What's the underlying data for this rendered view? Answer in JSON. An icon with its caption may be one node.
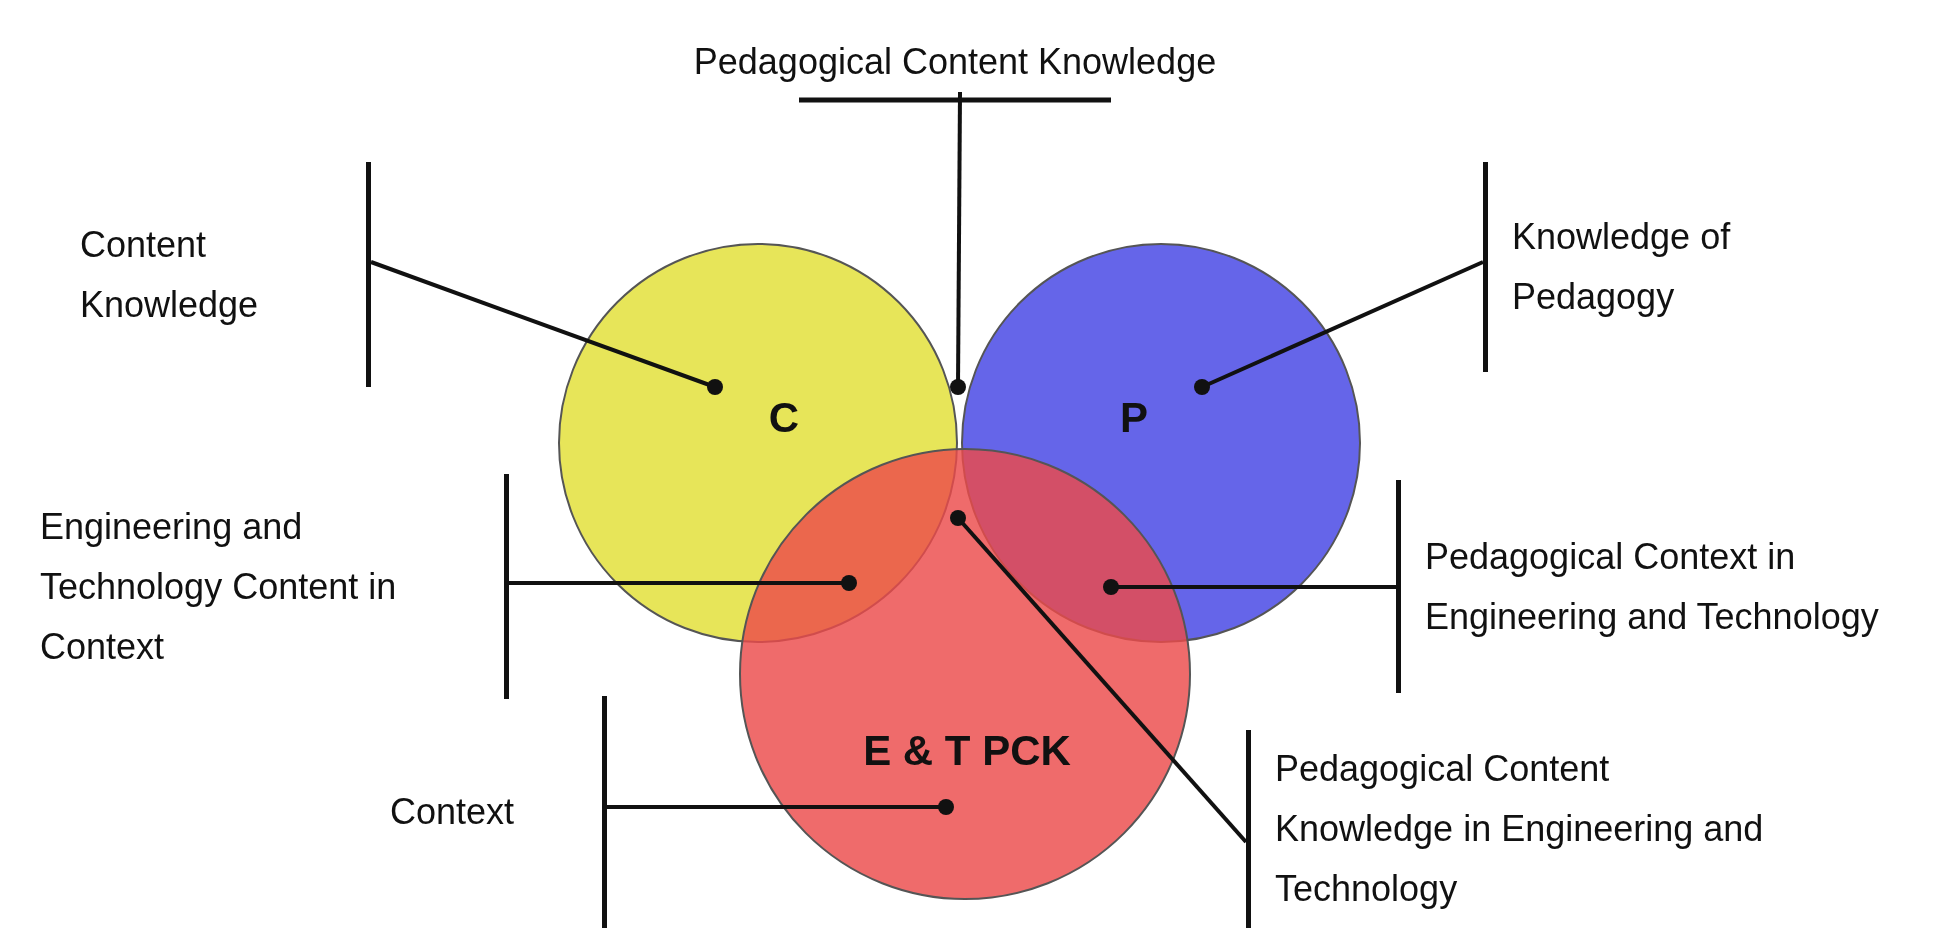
{
  "diagram": {
    "nodes": [
      {
        "text": [
          "Pedagogical Content Knowledge"
        ]
      },
      {
        "text": [
          "Content Knowledge"
        ]
      },
      {
        "text": [
          "Knowledge of Pedagogy"
        ]
      },
      {
        "text": [
          "C"
        ]
      },
      {
        "text": [
          "P"
        ]
      },
      {
        "text": [
          "Engineering and Technology Content in Context"
        ]
      },
      {
        "text": [
          "Pedagogical Context in Engineering and Technology"
        ]
      },
      {
        "text": [
          "E & T PCK"
        ]
      },
      {
        "text": [
          "Context"
        ]
      },
      {
        "text": [
          "Pedagogical Content Knowledge in Engineering and Technology"
        ]
      }
    ],
    "edges": [
      {
        "from": 0,
        "to": 3,
        "arrow": "other"
      },
      {
        "from": 1,
        "to": 3,
        "arrow": "other"
      },
      {
        "from": 2,
        "to": 4,
        "arrow": "other"
      },
      {
        "from": 5,
        "to": 3,
        "arrow": "other"
      },
      {
        "from": 6,
        "to": 4,
        "arrow": "other"
      },
      {
        "from": 8,
        "to": 7,
        "arrow": "other"
      },
      {
        "from": 9,
        "to": 3,
        "arrow": "other"
      }
    ]
  }
}
